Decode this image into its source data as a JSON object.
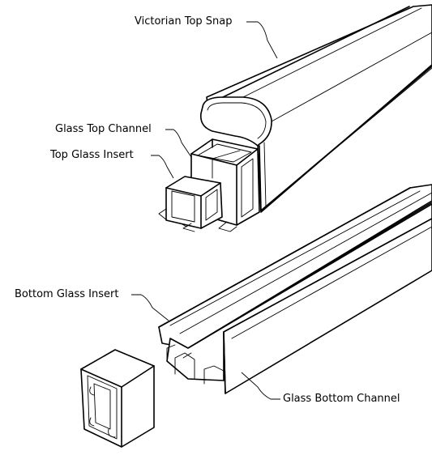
{
  "labels": {
    "victorian_top_snap": "Victorian Top Snap",
    "glass_top_channel": "Glass Top Channel",
    "top_glass_insert": "Top Glass Insert",
    "bottom_glass_insert": "Bottom Glass Insert",
    "glass_bottom_channel": "Glass Bottom Channel"
  },
  "colors": {
    "line": "#000000",
    "background": "#ffffff"
  }
}
